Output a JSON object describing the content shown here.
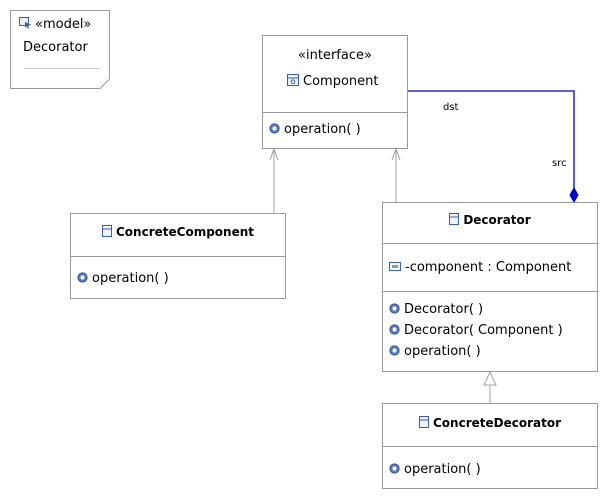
{
  "model": {
    "stereotype": "«model»",
    "name": "Decorator"
  },
  "component": {
    "stereotype": "«interface»",
    "name": "Component",
    "operations": [
      "operation(  )"
    ]
  },
  "concrete_component": {
    "name": "ConcreteComponent",
    "operations": [
      "operation(  )"
    ]
  },
  "decorator": {
    "name": "Decorator",
    "attributes": [
      "-component : Component"
    ],
    "operations": [
      "Decorator(  )",
      "Decorator( Component )",
      "operation(  )"
    ]
  },
  "concrete_decorator": {
    "name": "ConcreteDecorator",
    "operations": [
      "operation(  )"
    ]
  },
  "association": {
    "dst_label": "dst",
    "src_label": "src",
    "color": "#0000cc"
  },
  "colors": {
    "border": "#9a9a9a",
    "icon_blue": "#3a5fa8"
  }
}
